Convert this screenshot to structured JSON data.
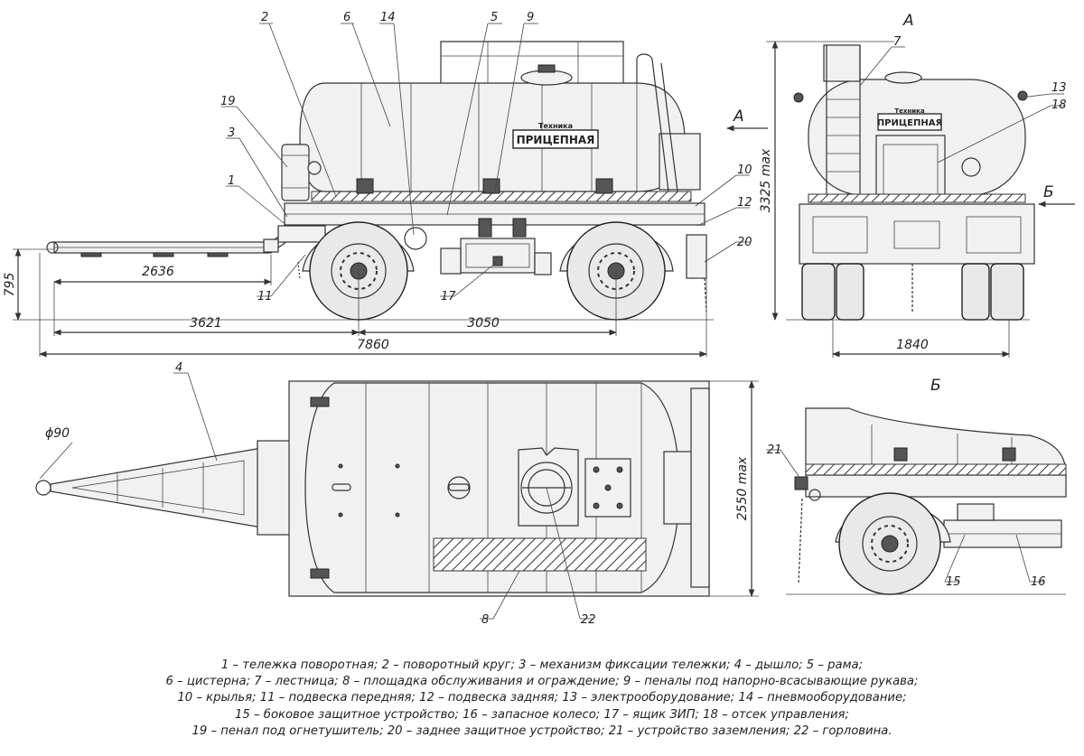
{
  "dimensions": {
    "total_length": "7860",
    "front_to_axle": "3621",
    "wheelbase": "3050",
    "drawbar": "2636",
    "coupling_height": "795",
    "height_max": "3325 max",
    "track": "1840",
    "width_max": "2550 max",
    "eye_diameter": "ϕ90"
  },
  "views": {
    "view_a_label": "A",
    "view_b_label": "Б",
    "arrow_a": "A",
    "arrow_b": "Б"
  },
  "callouts": [
    "1",
    "2",
    "3",
    "4",
    "5",
    "6",
    "7",
    "8",
    "9",
    "10",
    "11",
    "12",
    "13",
    "14",
    "15",
    "16",
    "17",
    "18",
    "19",
    "20",
    "21",
    "22"
  ],
  "tank_logo": {
    "line1": "Техника",
    "line2": "ПРИЦЕПНАЯ"
  },
  "legend": [
    "1 – тележка поворотная; 2 – поворотный круг; 3 – механизм фиксации тележки; 4 – дышло; 5 – рама;",
    "6 – цистерна; 7 – лестница; 8 – площадка обслуживания и ограждение; 9 – пеналы под напорно-всасывающие рукава;",
    "10 – крылья; 11 – подвеска передняя; 12 – подвеска задняя; 13 – электрооборудование; 14 – пневмооборудование;",
    "15 – боковое защитное устройство; 16 – запасное колесо; 17 – ящик ЗИП; 18 – отсек управления;",
    "19 – пенал под огнетушитель; 20 – заднее защитное устройство; 21 – устройство заземления; 22 – горловина."
  ]
}
